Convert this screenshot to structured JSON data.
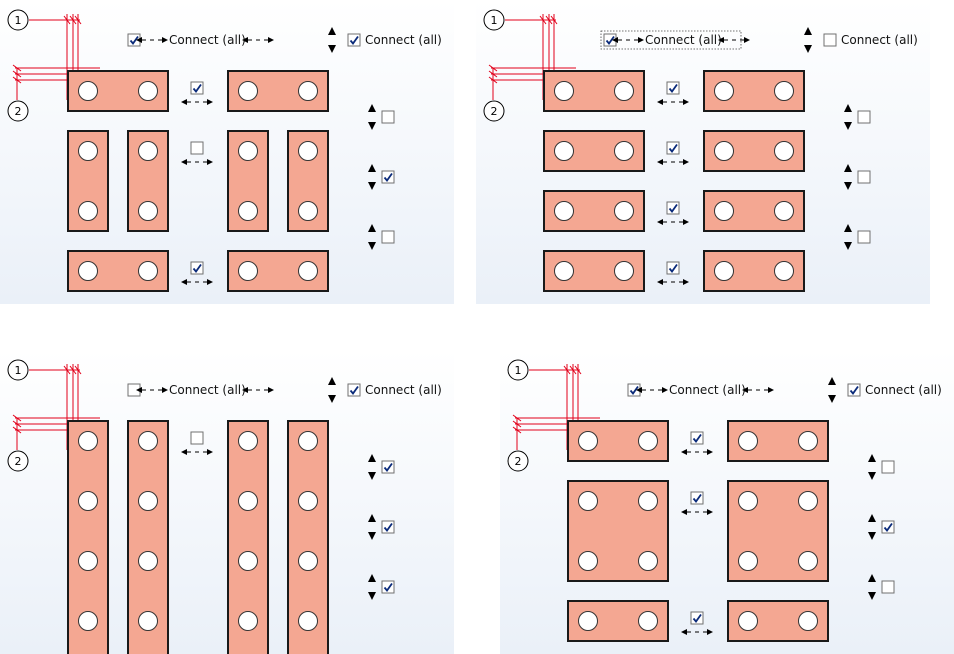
{
  "grid_marker_1": "1",
  "grid_marker_2": "2",
  "connect_all_label": "Connect (all)",
  "colors": {
    "plate_fill": "#f4a792",
    "plate_stroke": "#1a1a1a",
    "grid_line": "#e2001a",
    "panel_bg_top": "#ffffff",
    "panel_bg_bottom": "#eaf0f8",
    "checkbox_checked": "#0a2a7a"
  },
  "panels": [
    {
      "id": "top-left",
      "connect_all_horizontal_checked": true,
      "connect_all_horizontal_focused": false,
      "connect_all_vertical_checked": true,
      "row_connect_checked": [
        true,
        false,
        true
      ],
      "row_direction_checked": [
        false,
        true,
        false
      ]
    },
    {
      "id": "top-right",
      "connect_all_horizontal_checked": true,
      "connect_all_horizontal_focused": true,
      "connect_all_vertical_checked": false,
      "row_connect_checked": [
        true,
        true,
        true,
        true
      ],
      "row_direction_checked": [
        false,
        false,
        false
      ]
    },
    {
      "id": "bottom-left",
      "connect_all_horizontal_checked": false,
      "connect_all_horizontal_focused": false,
      "connect_all_vertical_checked": true,
      "row_connect_checked": [
        false
      ],
      "row_direction_checked": [
        true,
        true,
        true
      ]
    },
    {
      "id": "bottom-right",
      "connect_all_horizontal_checked": true,
      "connect_all_horizontal_focused": false,
      "connect_all_vertical_checked": true,
      "row_connect_checked": [
        true,
        true,
        true
      ],
      "row_direction_checked": [
        false,
        true,
        false
      ]
    }
  ]
}
